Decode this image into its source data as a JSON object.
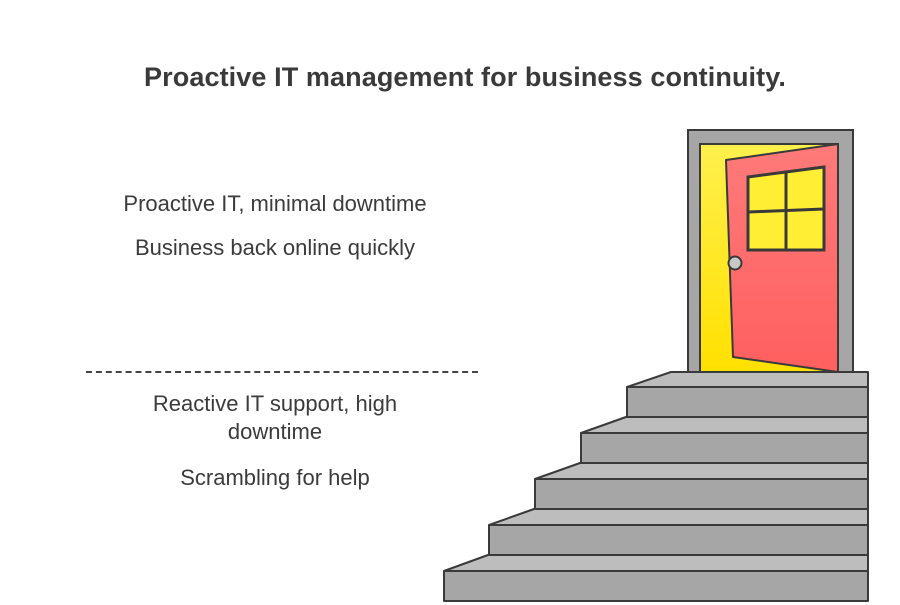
{
  "title": "Proactive IT management for business continuity.",
  "upper": {
    "items": [
      "Proactive IT, minimal downtime",
      "Business back online quickly"
    ]
  },
  "lower": {
    "items": [
      "Reactive IT support, high downtime",
      "Scrambling for help"
    ]
  },
  "colors": {
    "door_frame": "#a6a6a6",
    "door_opening": "#ffe600",
    "door_panel": "#ff7373",
    "window": "#ffee33",
    "stairs": "#a8a8a8",
    "outline": "#3a3a3a"
  },
  "icons": [
    "open-door-icon",
    "doorknob-icon",
    "staircase-icon"
  ]
}
